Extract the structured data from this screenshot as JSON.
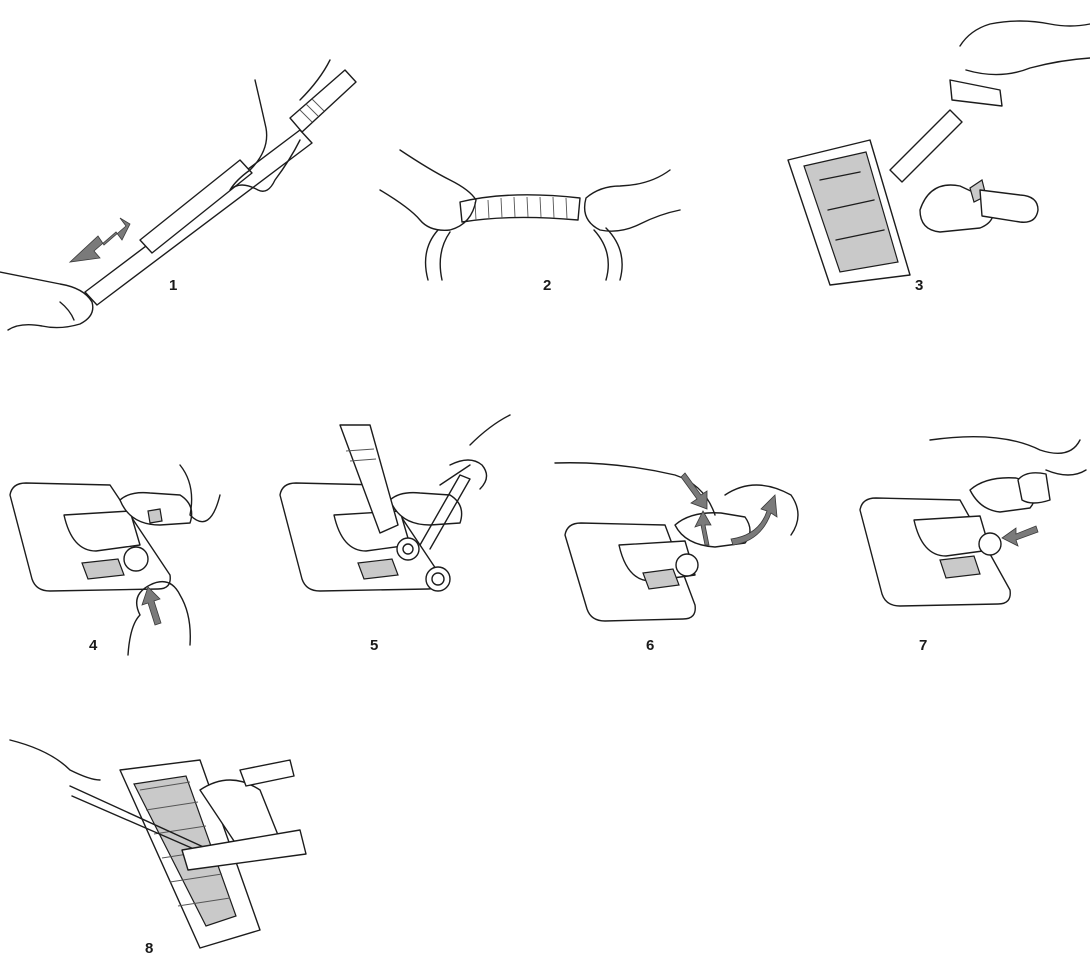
{
  "steps": [
    {
      "number": "1",
      "icon": "clean-telescopic-tube-icon"
    },
    {
      "number": "2",
      "icon": "flex-hose-icon"
    },
    {
      "number": "3",
      "icon": "floor-nozzle-underside-icon"
    },
    {
      "number": "4",
      "icon": "press-release-button-icon"
    },
    {
      "number": "5",
      "icon": "pliers-remove-wheel-icon"
    },
    {
      "number": "6",
      "icon": "twist-joint-icon"
    },
    {
      "number": "7",
      "icon": "insert-wheel-icon"
    },
    {
      "number": "8",
      "icon": "scissors-cut-brush-icon"
    }
  ]
}
